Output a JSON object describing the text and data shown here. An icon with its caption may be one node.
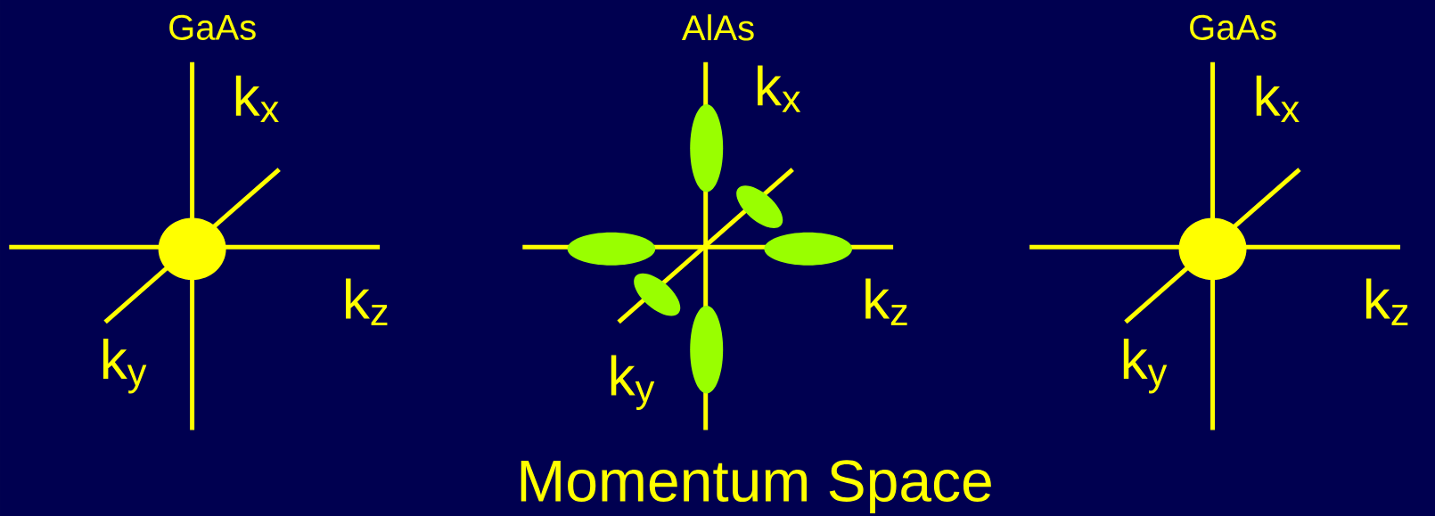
{
  "diagram": {
    "caption": "Momentum Space",
    "labels": [
      "GaAs",
      "k$_{x}$",
      "k$_{z}$",
      "k$_{y}$",
      "AlAs",
      "k$_{x}$",
      "k$_{z}$",
      "k$_{y}$",
      "GaAs",
      "k$_{x}$",
      "k$_{z}$",
      "k$_{y}$"
    ]
  }
}
